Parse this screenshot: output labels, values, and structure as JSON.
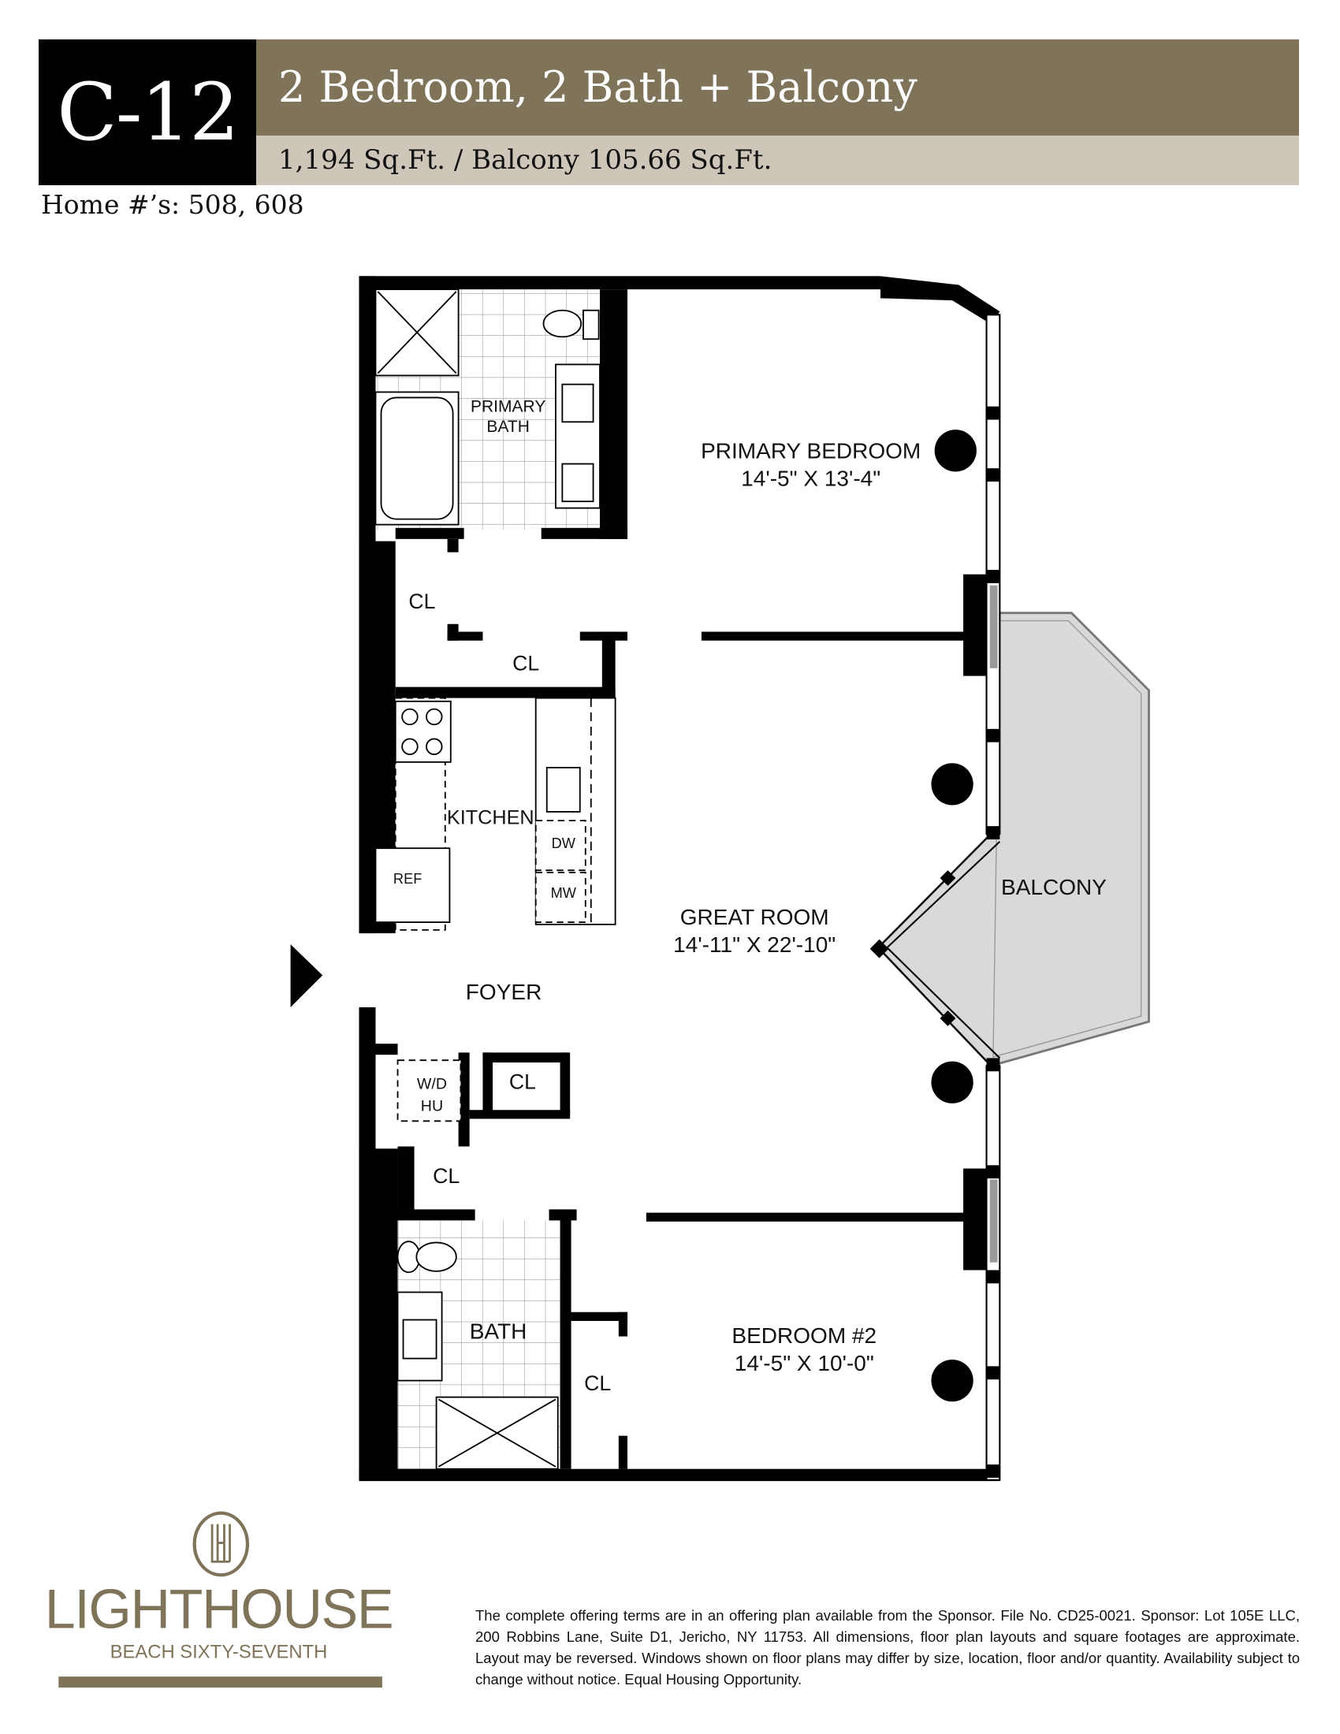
{
  "header": {
    "unit": "C-12",
    "title": "2 Bedroom, 2 Bath + Balcony",
    "area": "1,194 Sq.Ft. / Balcony 105.66 Sq.Ft.",
    "homes": "Home #’s: 508, 608"
  },
  "rooms": {
    "primary_bath": [
      "PRIMARY",
      "BATH"
    ],
    "primary_bedroom": {
      "name": "PRIMARY BEDROOM",
      "size": "14'-5\" X 13'-4\""
    },
    "closet": "CL",
    "kitchen": "KITCHEN",
    "ref": "REF",
    "dw": "DW",
    "mw": "MW",
    "great_room": {
      "name": "GREAT ROOM",
      "size": "14'-11\" X 22'-10\""
    },
    "balcony": "BALCONY",
    "foyer": "FOYER",
    "wd": [
      "W/D",
      "HU"
    ],
    "bath": "BATH",
    "bedroom2": {
      "name": "BEDROOM #2",
      "size": "14'-5\" X 10'-0\""
    }
  },
  "logo": {
    "name": "LIGHTHOUSE",
    "tagline": "BEACH SIXTY-SEVENTH",
    "monogram": "LH"
  },
  "disclaimer": "The complete offering terms are in an offering plan available from the Sponsor. File No. CD25-0021. Sponsor: Lot 105E LLC, 200 Robbins Lane, Suite D1, Jericho, NY 11753. All dimensions, floor plan layouts and square footages are approximate. Layout may be reversed. Windows shown on floor plans may differ by size, location, floor and/or quantity. Availability subject to change without notice. Equal Housing Opportunity.",
  "colors": {
    "brand": "#7f7359",
    "light": "#cec6b9",
    "balcony": "#d9d9d9"
  }
}
